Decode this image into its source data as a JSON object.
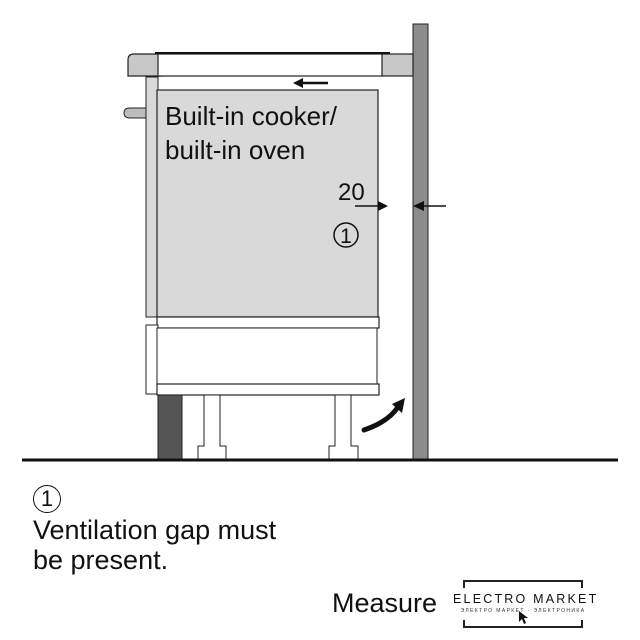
{
  "diagram": {
    "appliance_label_line1": "Built-in cooker/",
    "appliance_label_line2": "built-in oven",
    "gap_dimension": "20",
    "gap_marker": "1",
    "colors": {
      "appliance_fill": "#d9d9d9",
      "worktop_fill": "#c8c8c8",
      "wall_fill": "#8c8c8c",
      "plinth_fill": "#555555",
      "line": "#222222"
    }
  },
  "note": {
    "marker": "1",
    "text_line1": "Ventilation gap must",
    "text_line2": "be present."
  },
  "footer": {
    "measure_text": "Measure",
    "logo_name": "ELECTRO MARKET",
    "logo_subtitle": "ЭЛЕКТРО МАРКЕТ · ЭЛЕКТРОНИКА"
  }
}
